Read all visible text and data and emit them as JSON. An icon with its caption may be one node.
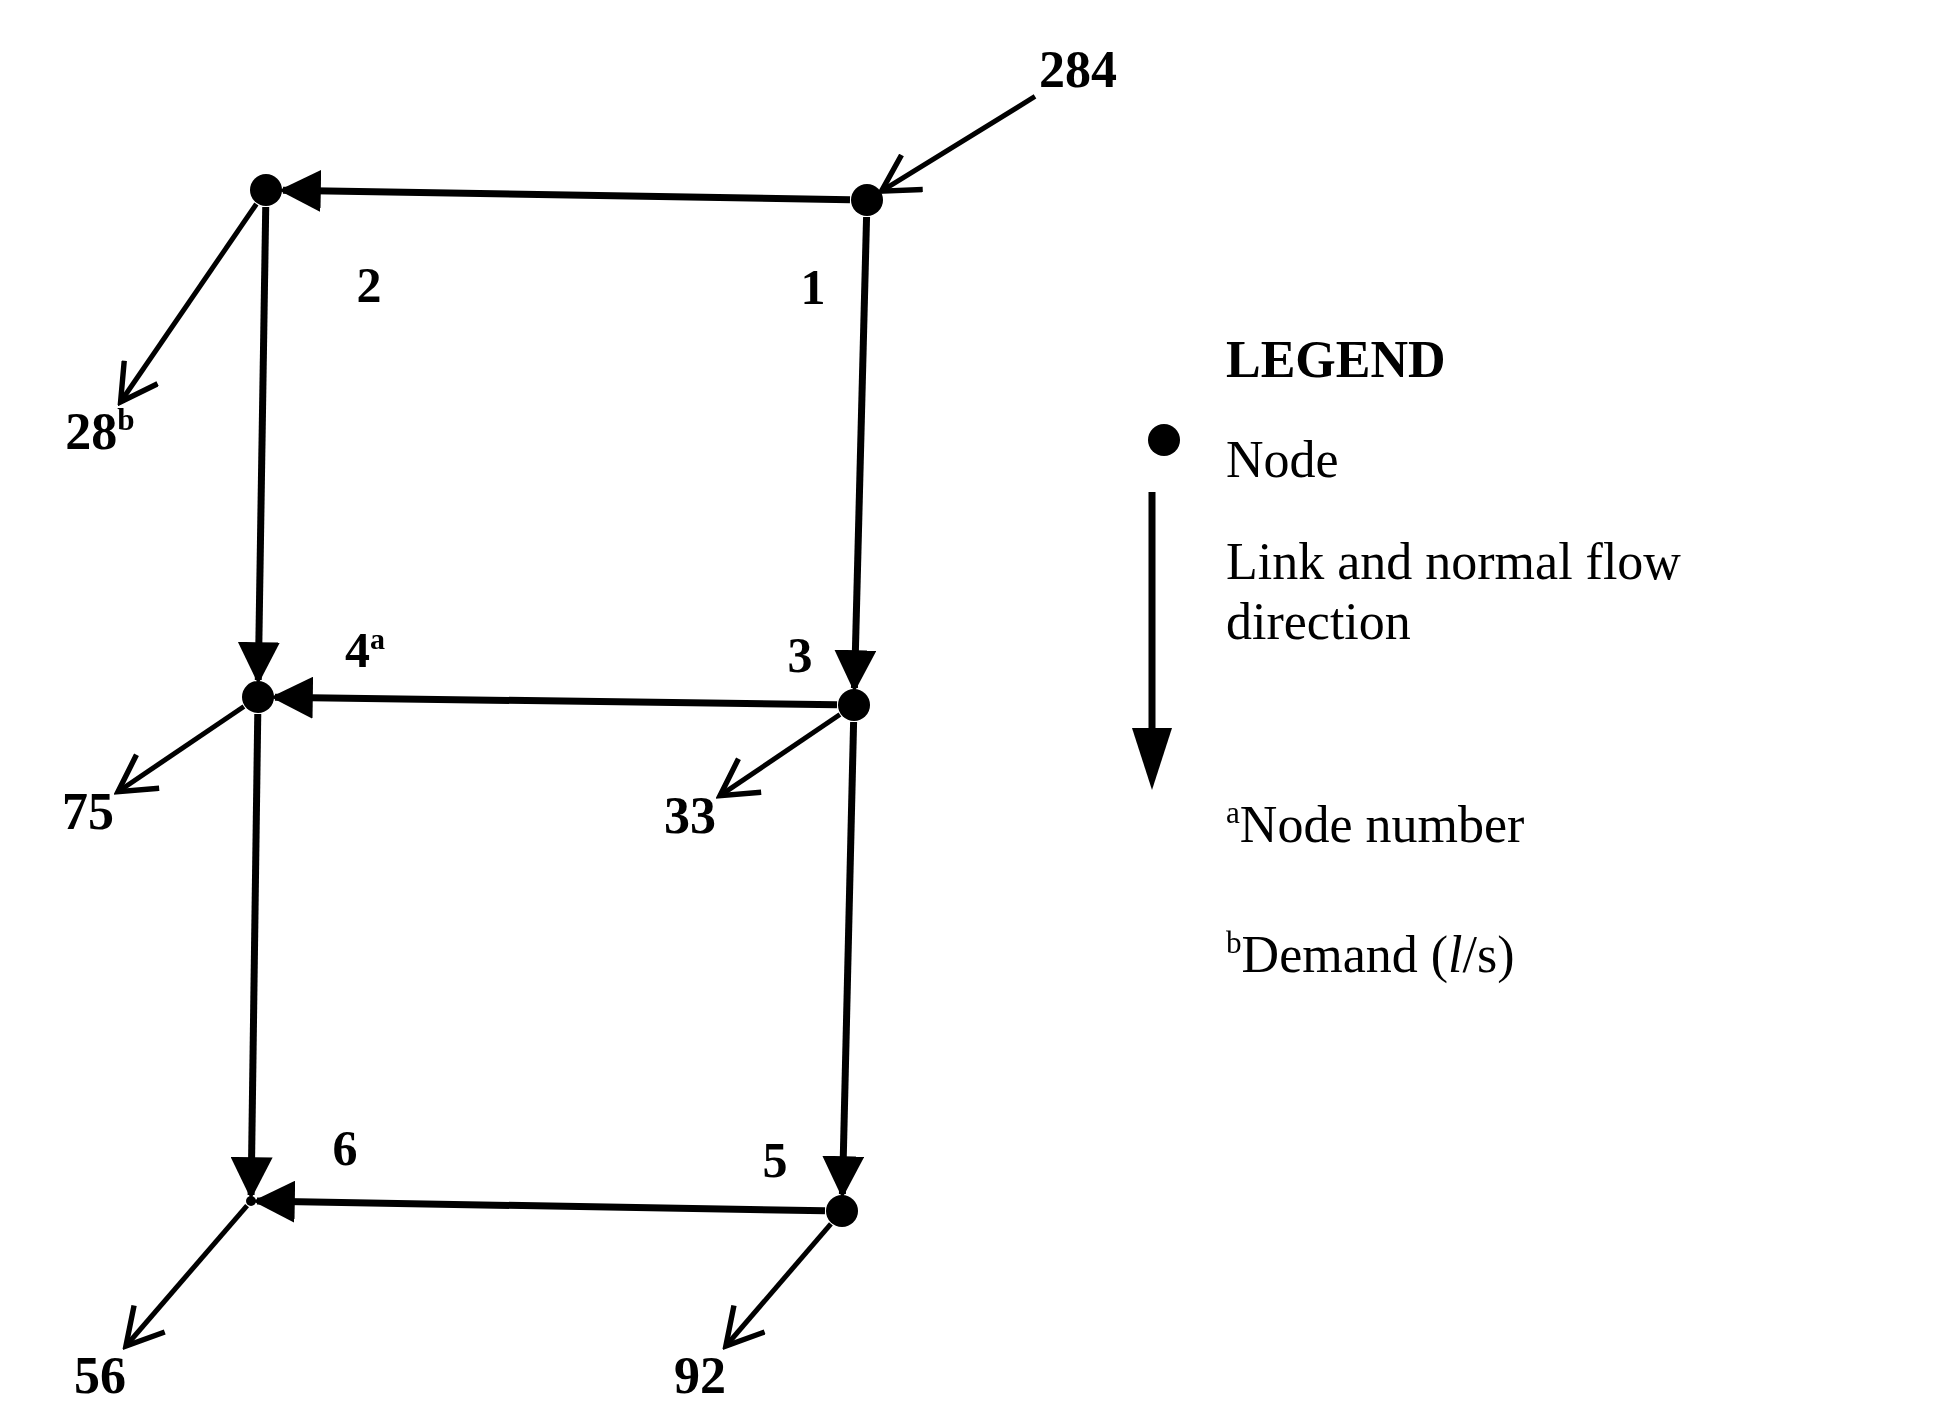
{
  "diagram": {
    "nodes": [
      {
        "text": [
          "284"
        ]
      },
      {
        "text": [],
        "shape": "circle",
        "beside": [
          "2"
        ]
      },
      {
        "text": [],
        "shape": "circle",
        "beside": [
          "1"
        ]
      },
      {
        "text": [
          "28$^{b}$"
        ]
      },
      {
        "text": [],
        "shape": "circle",
        "beside": [
          "4$^{a}$"
        ]
      },
      {
        "text": [],
        "shape": "circle",
        "beside": [
          "3"
        ]
      },
      {
        "text": [
          "75"
        ]
      },
      {
        "text": [
          "33"
        ]
      },
      {
        "text": [],
        "shape": "point",
        "beside": [
          "6"
        ]
      },
      {
        "text": [],
        "shape": "circle",
        "beside": [
          "5"
        ]
      },
      {
        "text": [
          "56"
        ]
      },
      {
        "text": [
          "92"
        ]
      }
    ],
    "edges": [
      {
        "from": 0,
        "to": 2,
        "arrow": "to"
      },
      {
        "from": 2,
        "to": 1,
        "arrow": "to"
      },
      {
        "from": 1,
        "to": 3,
        "arrow": "to"
      },
      {
        "from": 1,
        "to": 4,
        "arrow": "to"
      },
      {
        "from": 2,
        "to": 5,
        "arrow": "to"
      },
      {
        "from": 5,
        "to": 4,
        "arrow": "to"
      },
      {
        "from": 4,
        "to": 6,
        "arrow": "to"
      },
      {
        "from": 5,
        "to": 7,
        "arrow": "to"
      },
      {
        "from": 4,
        "to": 8,
        "arrow": "to"
      },
      {
        "from": 5,
        "to": 9,
        "arrow": "to"
      },
      {
        "from": 9,
        "to": 8,
        "arrow": "to"
      },
      {
        "from": 8,
        "to": 10,
        "arrow": "to"
      },
      {
        "from": 9,
        "to": 11,
        "arrow": "to"
      }
    ],
    "labels": [
      "LEGEND",
      "$^{a}$Node number",
      "$^{b}$Demand (*l*/s)"
    ],
    "legend": [
      {
        "text": "Node"
      },
      {
        "text": "Link and normal flow direction"
      }
    ]
  }
}
